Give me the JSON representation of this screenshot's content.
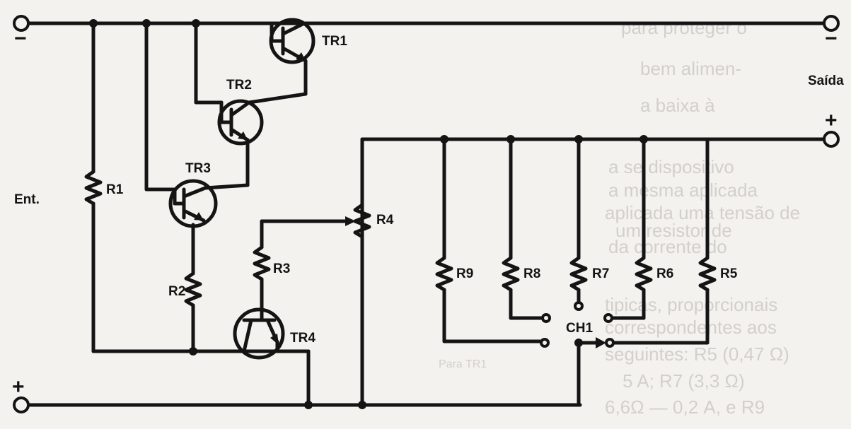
{
  "labels": {
    "tr1": "TR1",
    "tr2": "TR2",
    "tr3": "TR3",
    "tr4": "TR4",
    "r1": "R1",
    "r2": "R2",
    "r3": "R3",
    "r4": "R4",
    "r5": "R5",
    "r6": "R6",
    "r7": "R7",
    "r8": "R8",
    "r9": "R9",
    "ch1": "CH1",
    "entrada": "Ent.",
    "saida": "Saída"
  },
  "terminals": {
    "in_minus": "−",
    "in_plus": "+",
    "out_minus": "−",
    "out_plus": "+"
  },
  "background_text": [
    "para proteger o",
    "bem alimen-",
    "a baixa à",
    "a se dispositivo",
    "a mesma aplicada",
    "aplicada uma tensão de",
    "um resistor de",
    "da corrente do",
    "tipicas, proporcionais",
    "correspondentes aos",
    "seguintes: R5 (0,47 Ω)",
    "5 A; R7 (3,3 Ω)",
    "6,6Ω — 0,2 A, e R9",
    "Para TR1"
  ]
}
